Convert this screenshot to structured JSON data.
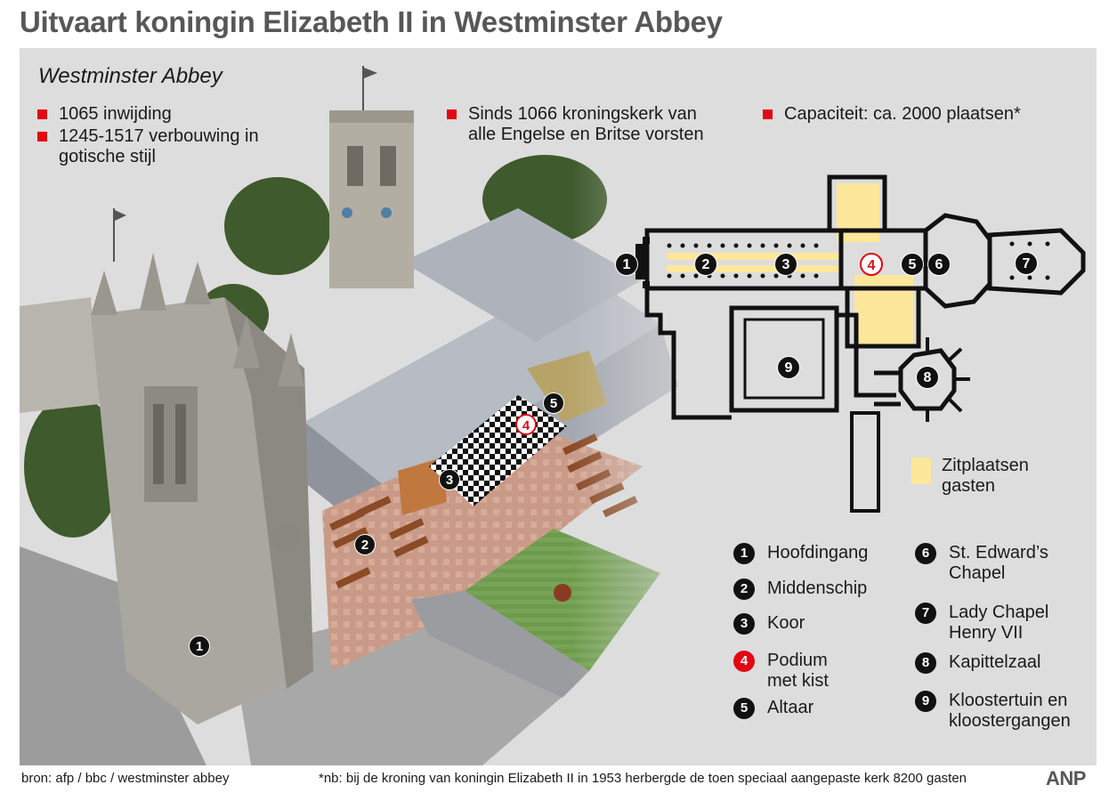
{
  "title": "Uitvaart koningin Elizabeth II in Westminster Abbey",
  "subtitle": "Westminster Abbey",
  "facts": [
    "1065 inwijding",
    "1245-1517 verbouwing in gotische stijl",
    "Sinds 1066 kroningskerk van alle Engelse en Britse vorsten",
    "Capaciteit: ca. 2000 plaatsen*"
  ],
  "markers": {
    "m1": "1",
    "m2": "2",
    "m3": "3",
    "m4": "4",
    "m5": "5",
    "m6": "6",
    "m7": "7",
    "m8": "8",
    "m9": "9"
  },
  "legend": [
    {
      "num": "1",
      "label": "Hoofdingang"
    },
    {
      "num": "2",
      "label": "Middenschip"
    },
    {
      "num": "3",
      "label": "Koor"
    },
    {
      "num": "4",
      "label": "Podium\nmet kist"
    },
    {
      "num": "5",
      "label": "Altaar"
    },
    {
      "num": "6",
      "label": "St. Edward’s\nChapel"
    },
    {
      "num": "7",
      "label": "Lady Chapel\nHenry VII"
    },
    {
      "num": "8",
      "label": "Kapittelzaal"
    },
    {
      "num": "9",
      "label": "Kloostertuin en\nkloostergangen"
    }
  ],
  "seating_legend": "Zitplaatsen\ngasten",
  "source": "bron:  afp / bbc / westminster abbey",
  "footnote": "*nb: bij de kroning van koningin Elizabeth II in 1953 herbergde de toen speciaal aangepaste kerk 8200 gasten",
  "brand": "ANP",
  "colors": {
    "accent_red": "#e30613",
    "seating_yellow": "#fce79a",
    "title_grey": "#575757",
    "panel_grey": "#dddddd"
  }
}
